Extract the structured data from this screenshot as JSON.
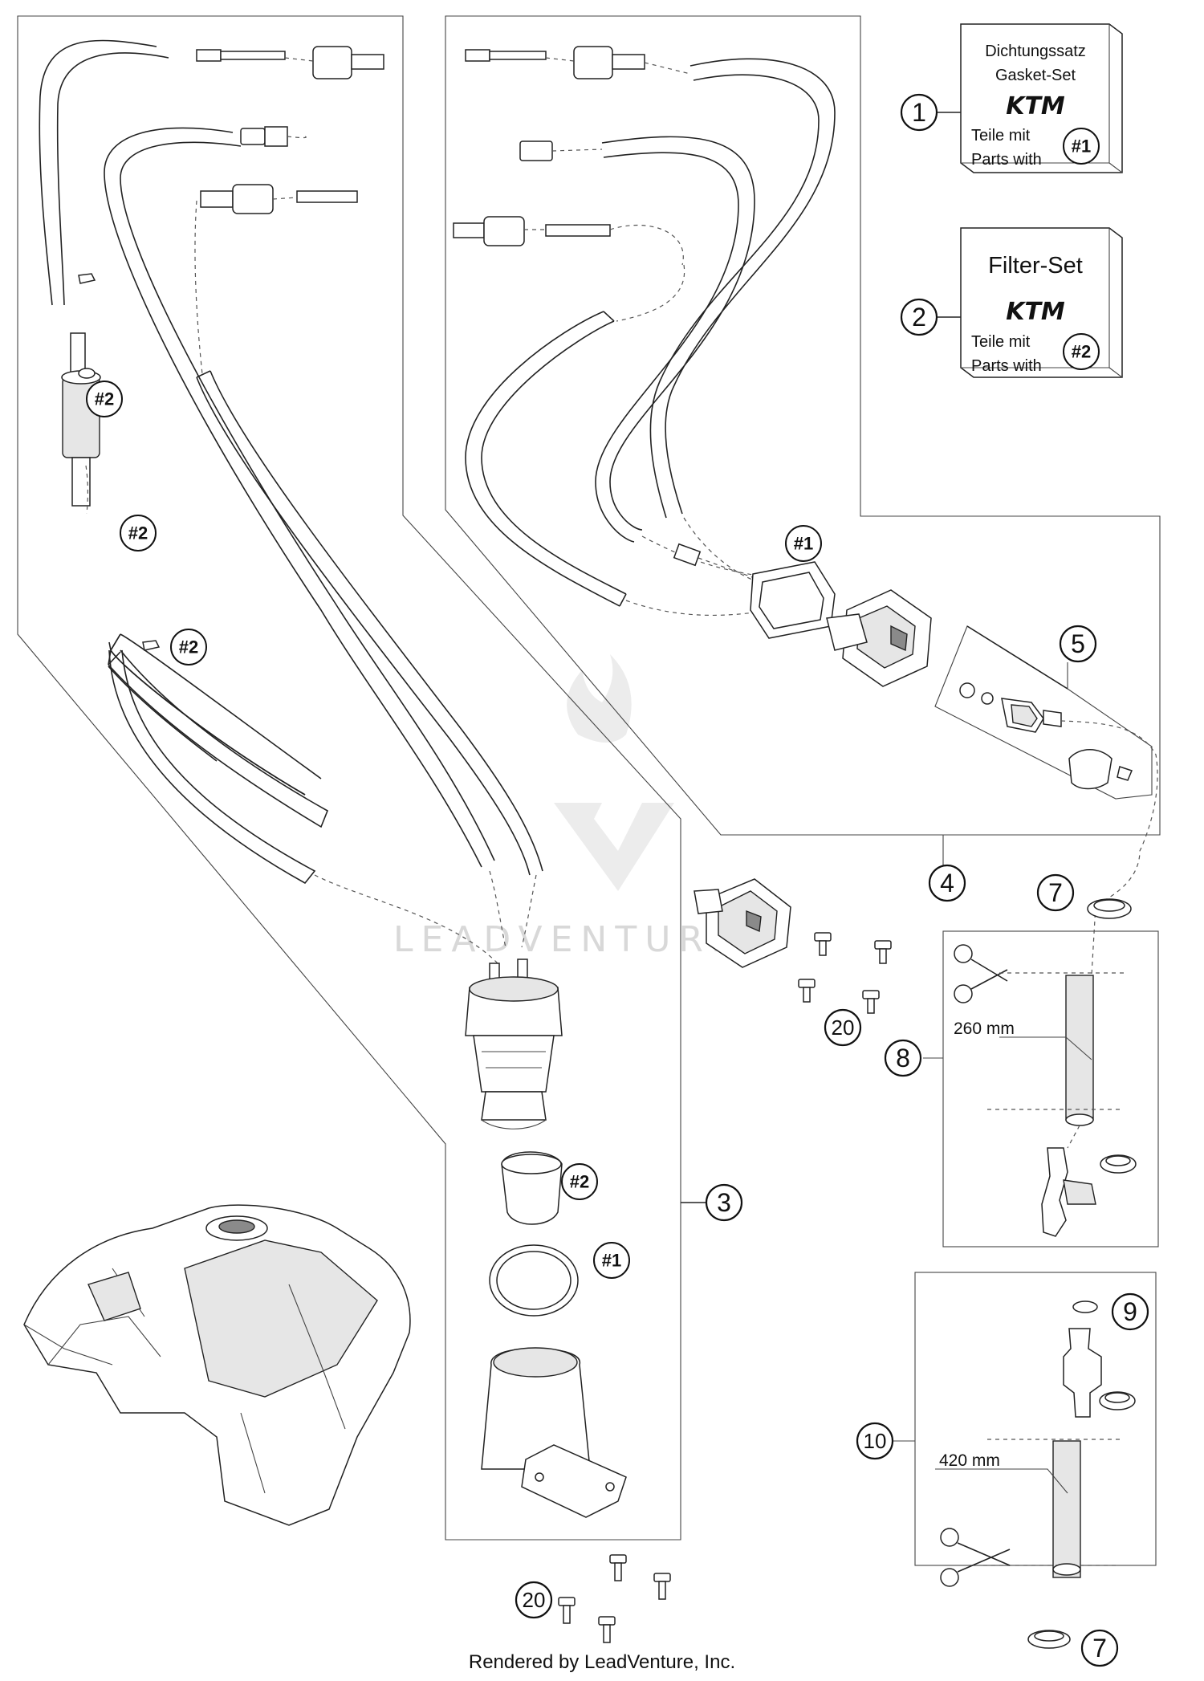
{
  "kits": {
    "gasket_set": {
      "callout": "1",
      "title_de": "Dichtungssatz",
      "title_en": "Gasket-Set",
      "brand": "KTM",
      "parts_de": "Teile mit",
      "parts_en": "Parts with",
      "tag": "#1"
    },
    "filter_set": {
      "callout": "2",
      "title": "Filter-Set",
      "brand": "KTM",
      "parts_de": "Teile mit",
      "parts_en": "Parts with",
      "tag": "#2"
    }
  },
  "callouts": {
    "c3": "3",
    "c4": "4",
    "c5": "5",
    "c7a": "7",
    "c7b": "7",
    "c8": "8",
    "c9": "9",
    "c10": "10",
    "c20a": "20",
    "c20b": "20"
  },
  "tags": {
    "t2a": "#2",
    "t2b": "#2",
    "t2c": "#2",
    "t1a": "#1",
    "t2d": "#2",
    "t1b": "#1"
  },
  "measurements": {
    "m260": "260 mm",
    "m420": "420 mm"
  },
  "watermark": "LEADVENTURE",
  "footer": "Rendered by LeadVenture, Inc."
}
